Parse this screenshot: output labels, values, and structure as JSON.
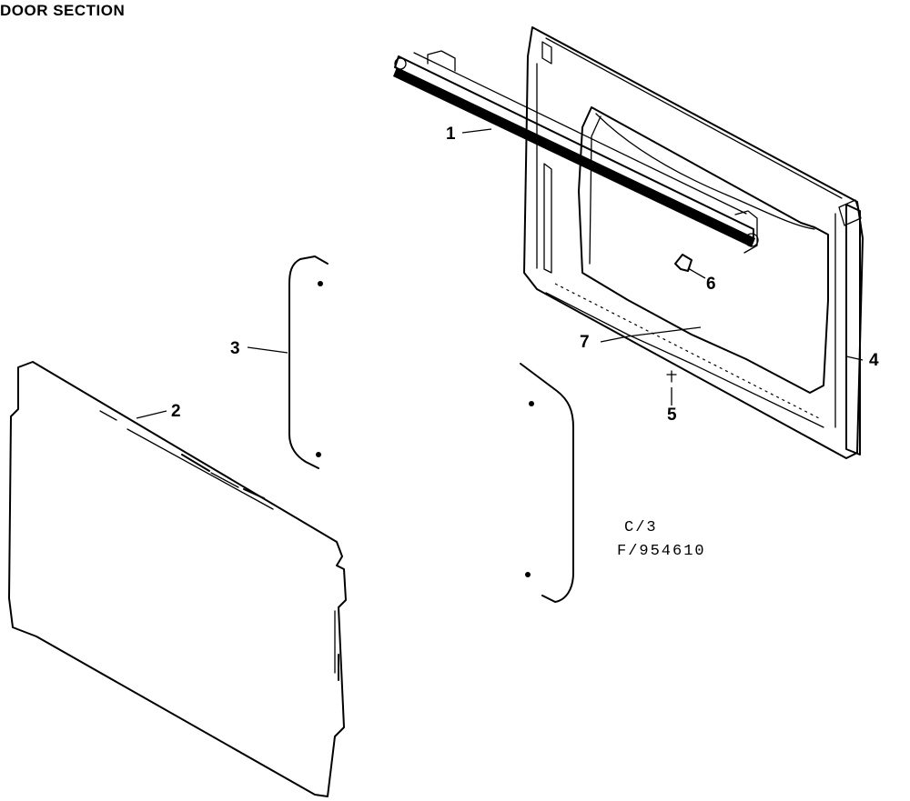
{
  "title": "DOOR SECTION",
  "callouts": {
    "c1": "1",
    "c2": "2",
    "c3": "3",
    "c4": "4",
    "c5": "5",
    "c6": "6",
    "c7": "7"
  },
  "codes": {
    "line1": "C/3",
    "line2": "F/954610"
  }
}
